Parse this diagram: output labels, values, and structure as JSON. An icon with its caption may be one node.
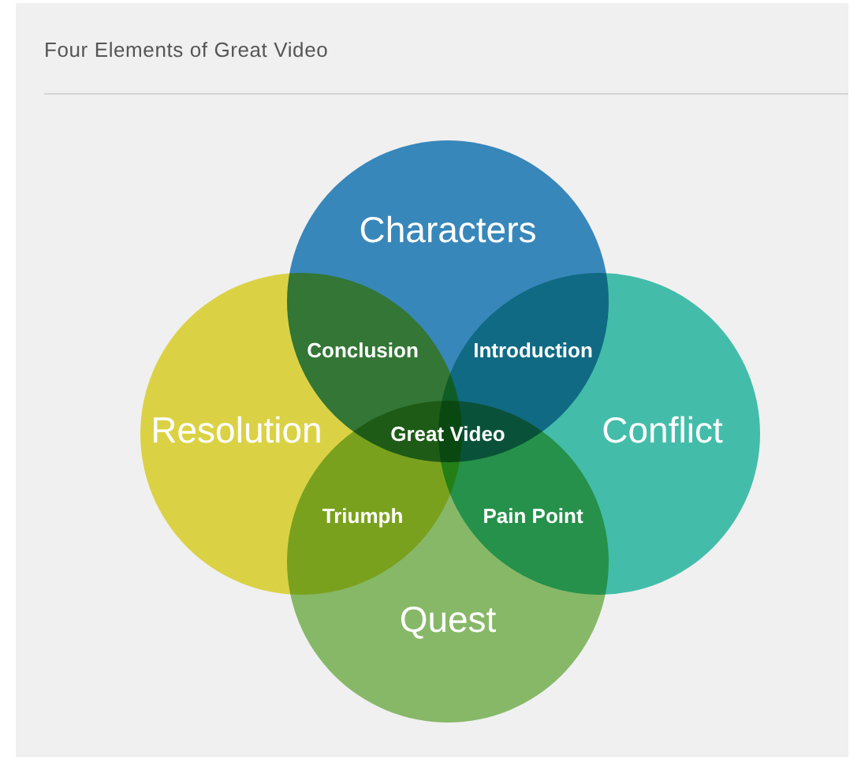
{
  "diagram": {
    "title": "Four Elements of Great Video",
    "nodes": [
      {
        "text": [
          "Characters"
        ]
      },
      {
        "text": [
          "Resolution"
        ]
      },
      {
        "text": [
          "Conflict"
        ]
      },
      {
        "text": [
          "Quest"
        ]
      }
    ],
    "labels": [
      "Conclusion",
      "Introduction",
      "Great Video",
      "Triumph",
      "Pain Point"
    ]
  }
}
